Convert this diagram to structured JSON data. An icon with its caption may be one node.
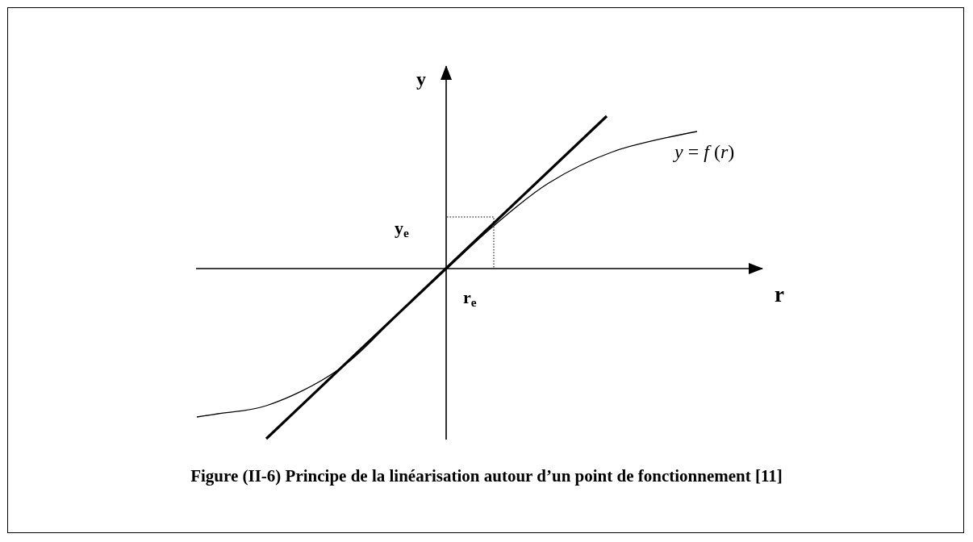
{
  "diagram": {
    "caption": "Figure (II-6) Principe de la linéarisation autour d’un point de fonctionnement [11]",
    "labels": [
      "y",
      "*y* = *f* (*r*)",
      "y$_{e}$",
      "r$_{e}$",
      "r"
    ]
  }
}
